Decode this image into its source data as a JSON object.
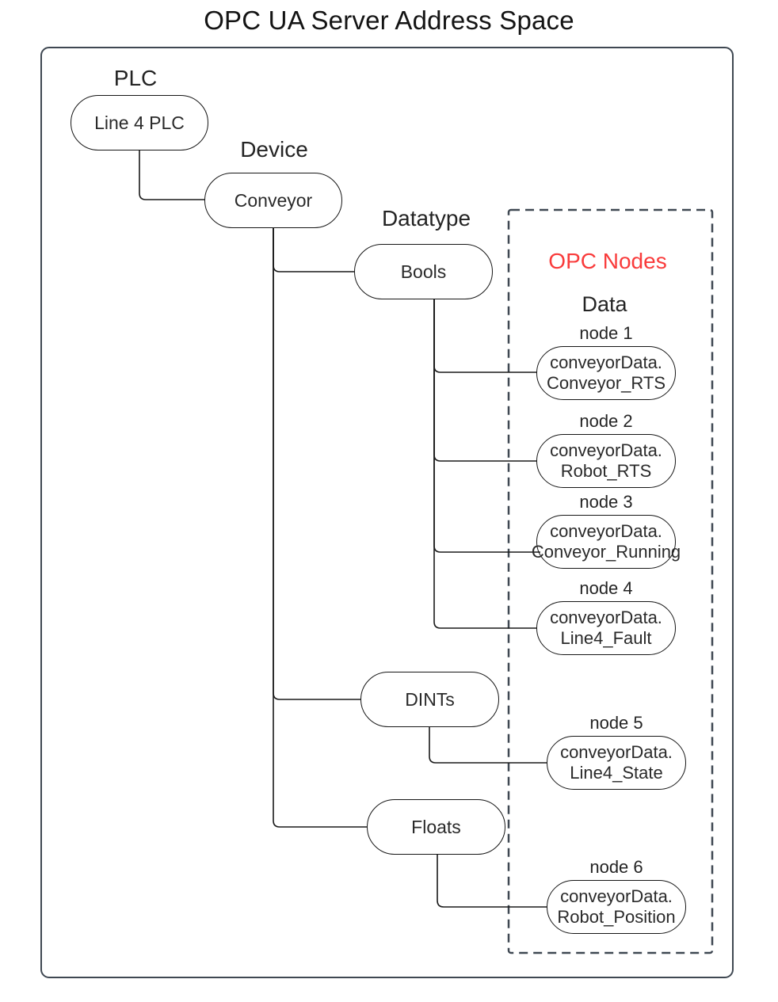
{
  "title": "OPC UA Server Address Space",
  "colors": {
    "accent_red": "#f93b3b",
    "frame_stroke": "#3f4852",
    "shape_stroke": "#161616"
  },
  "tree": {
    "plc_label": "PLC",
    "plc_node": "Line 4 PLC",
    "device_label": "Device",
    "device_node": "Conveyor",
    "datatype_label": "Datatype",
    "datatypes": [
      "Bools",
      "DINTs",
      "Floats"
    ],
    "opc_group_title": "OPC Nodes",
    "opc_data_label": "Data",
    "opc_nodes": [
      {
        "label": "node 1",
        "line1": "conveyorData.",
        "line2": "Conveyor_RTS"
      },
      {
        "label": "node 2",
        "line1": "conveyorData.",
        "line2": "Robot_RTS"
      },
      {
        "label": "node 3",
        "line1": "conveyorData.",
        "line2": "Conveyor_Running"
      },
      {
        "label": "node 4",
        "line1": "conveyorData.",
        "line2": "Line4_Fault"
      },
      {
        "label": "node 5",
        "line1": "conveyorData.",
        "line2": "Line4_State"
      },
      {
        "label": "node 6",
        "line1": "conveyorData.",
        "line2": "Robot_Position"
      }
    ]
  }
}
